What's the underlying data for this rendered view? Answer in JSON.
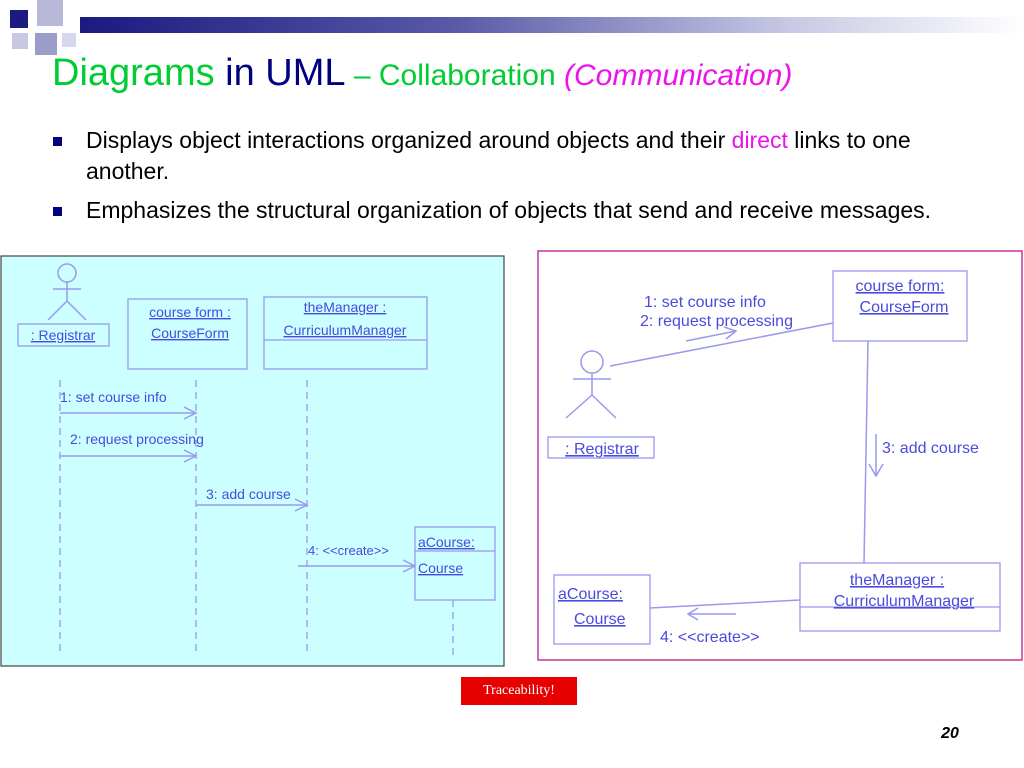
{
  "title": {
    "part1": "Diagrams ",
    "part2": "in UML",
    "part3": " – Collaboration ",
    "part4": "(Communication)"
  },
  "bullets": [
    {
      "text_before": "Displays object interactions organized around objects and their ",
      "highlight": "direct",
      "text_after": " links to one another."
    },
    {
      "text": "Emphasizes the structural organization of objects that send and receive messages."
    }
  ],
  "sequence_diagram": {
    "actor_label": ": Registrar",
    "course_form": [
      "course form :",
      "CourseForm"
    ],
    "manager": [
      "theManager :",
      "CurriculumManager"
    ],
    "course": [
      "aCourse:",
      "Course"
    ],
    "messages": [
      "1: set course info",
      "2: request processing",
      "3: add course",
      "4: <<create>>"
    ]
  },
  "collaboration_diagram": {
    "actor_label": ": Registrar",
    "course_form": [
      "course form:",
      "CourseForm"
    ],
    "manager": [
      "theManager :",
      "CurriculumManager"
    ],
    "course": [
      "aCourse:",
      "Course"
    ],
    "messages": [
      "1: set course info",
      "2: request processing",
      "3: add course",
      "4: <<create>>"
    ]
  },
  "colors": {
    "title_green": "#00cc33",
    "title_navy": "#000080",
    "highlight_magenta": "#ee11ee",
    "diagram_line": "#9999ee",
    "diagram_text": "#4a4adf",
    "seq_background": "#ccffff",
    "collab_border": "#cc3399",
    "badge_red": "#e60000"
  },
  "badge": "Traceability!",
  "page_number": "20"
}
